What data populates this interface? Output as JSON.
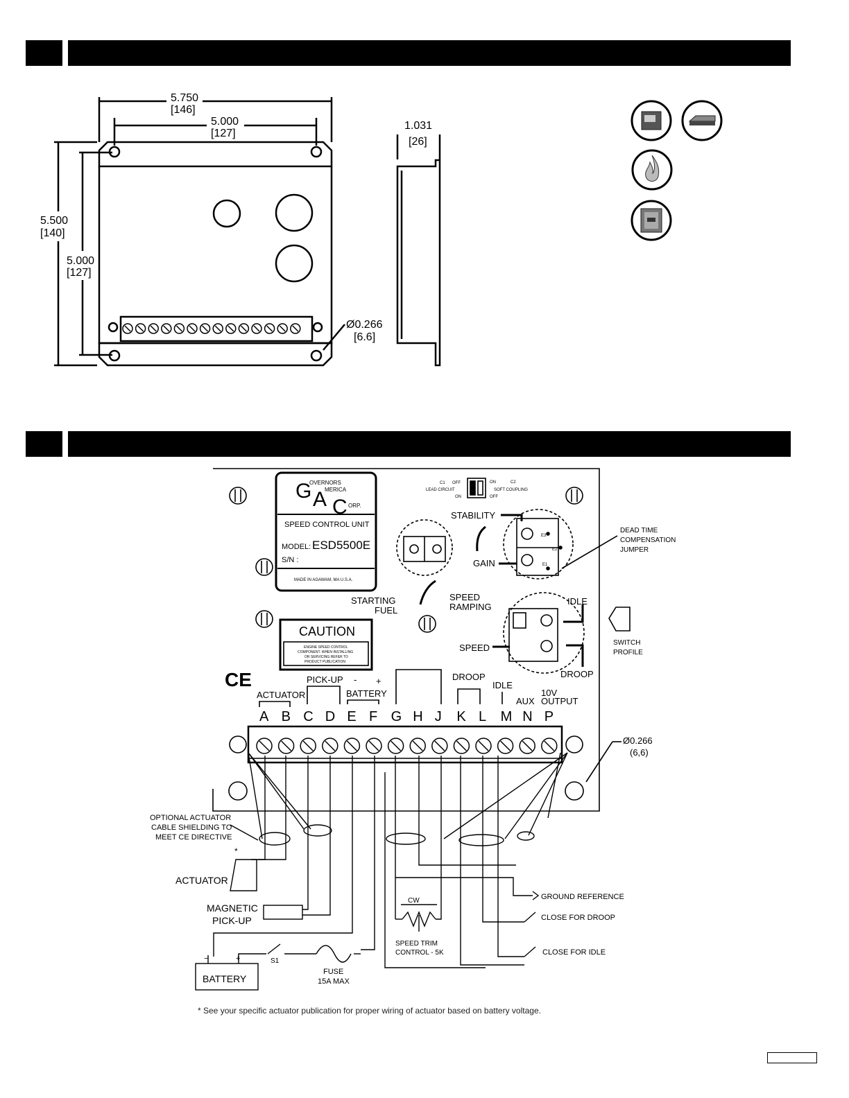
{
  "dimensions": {
    "overall_width": {
      "in": "5.750",
      "mm": "[146]"
    },
    "hole_width": {
      "in": "5.000",
      "mm": "[127]"
    },
    "overall_height": {
      "in": "5.500",
      "mm": "[140]"
    },
    "hole_height": {
      "in": "5.000",
      "mm": "[127]"
    },
    "depth": {
      "in": "1.031",
      "mm": "[26]"
    },
    "hole_dia": {
      "in": "Ø0.266",
      "mm": "[6.6]"
    }
  },
  "unit": {
    "logo_line1": "OVERNORS",
    "logo_line2": "MERICA",
    "logo_line3": "ORP.",
    "logo_letters": [
      "G",
      "A",
      "C"
    ],
    "product": "SPEED CONTROL UNIT",
    "model_label": "MODEL:",
    "model": "ESD5500E",
    "sn_label": "S/N :",
    "made_in": "MADE IN AGAWAM, MA  U.S.A.",
    "caution_title": "CAUTION",
    "caution_text": [
      "ENGINE SPEED CONTROL",
      "COMPONENT. WHEN INSTALLING",
      "OR SERVICING REFER TO",
      "PRODUCT PUBLICATION"
    ],
    "ce": "CE",
    "switch": {
      "c1": "C1",
      "off1": "OFF",
      "lead": "LEAD CIRCUIT",
      "on1": "ON",
      "on2": "ON",
      "c2": "C2",
      "soft": "SOFT COUPLING",
      "off2": "OFF"
    },
    "labels": {
      "stability": "STABILITY",
      "gain": "GAIN",
      "starting": "STARTING",
      "fuel": "FUEL",
      "speed_r": "SPEED",
      "ramping": "RAMPING",
      "idle": "IDLE",
      "speed": "SPEED",
      "droop": "DROOP",
      "dead1": "DEAD TIME",
      "dead2": "COMPENSATION",
      "dead3": "JUMPER",
      "switch1": "SWITCH",
      "switch2": "PROFILE",
      "e1": "E1",
      "e2": "E2",
      "e3": "E3"
    },
    "term_groups": {
      "actuator": "ACTUATOR",
      "pickup": "PICK-UP",
      "battery": "BATTERY",
      "minus": "-",
      "plus": "+",
      "droop": "DROOP",
      "idle": "IDLE",
      "aux": "AUX",
      "out1": "10V",
      "out2": "OUTPUT"
    },
    "terminals": [
      "A",
      "B",
      "C",
      "D",
      "E",
      "F",
      "G",
      "H",
      "J",
      "K",
      "L",
      "M",
      "N",
      "P"
    ],
    "hole_in": "Ø0.266",
    "hole_mm": "(6,6)"
  },
  "wiring": {
    "optional1": "OPTIONAL ACTUATOR",
    "optional2": "CABLE SHIELDING TO",
    "optional3": "MEET CE DIRECTIVE",
    "star": "*",
    "actuator": "ACTUATOR",
    "mag1": "MAGNETIC",
    "mag2": "PICK-UP",
    "battery": "BATTERY",
    "bat_minus": "−",
    "bat_plus": "+",
    "s1": "S1",
    "fuse1": "FUSE",
    "fuse2": "15A MAX",
    "cw": "CW",
    "trim1": "SPEED TRIM",
    "trim2": "CONTROL - 5K",
    "ground": "GROUND REFERENCE",
    "close_droop": "CLOSE FOR DROOP",
    "close_idle": "CLOSE FOR IDLE"
  },
  "footnote": "* See your specific actuator publication for proper wiring of actuator based on battery voltage.",
  "icons": [
    "controller-module-icon",
    "flat-device-icon",
    "flame-icon",
    "enclosure-icon"
  ]
}
